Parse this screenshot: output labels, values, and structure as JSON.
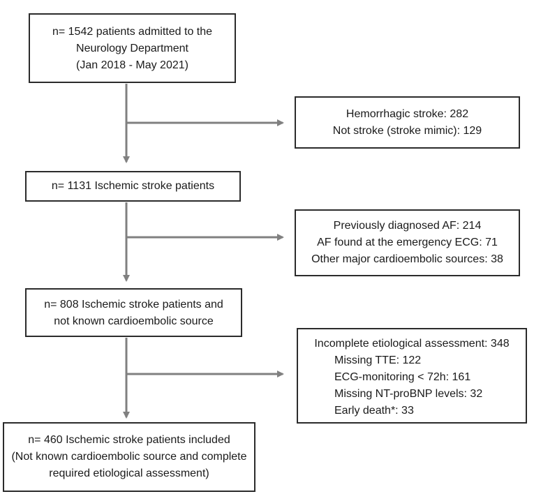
{
  "boxes": {
    "admitted": {
      "lines": [
        "n= 1542 patients admitted to the",
        "Neurology Department",
        "(Jan 2018 - May 2021)"
      ]
    },
    "excluded1": {
      "lines": [
        "Hemorrhagic stroke: 282",
        "Not stroke (stroke mimic): 129"
      ]
    },
    "ischemic": {
      "lines": [
        "n= 1131 Ischemic stroke patients"
      ]
    },
    "excluded2": {
      "lines": [
        "Previously diagnosed AF: 214",
        "AF found at the emergency ECG: 71",
        "Other major cardioembolic sources: 38"
      ]
    },
    "not_known": {
      "lines": [
        "n= 808 Ischemic stroke patients and",
        "not known cardioembolic source"
      ]
    },
    "excluded3": {
      "heading": "Incomplete etiological assessment: 348",
      "items": [
        "Missing TTE: 122",
        "ECG-monitoring < 72h: 161",
        "Missing NT-proBNP levels: 32",
        "Early death*: 33"
      ]
    },
    "included": {
      "lines": [
        "n= 460 Ischemic stroke patients included",
        "(Not known cardioembolic source and complete",
        "required etiological assessment)"
      ]
    }
  },
  "colors": {
    "arrow": "#808080",
    "border": "#2b2b2b"
  }
}
